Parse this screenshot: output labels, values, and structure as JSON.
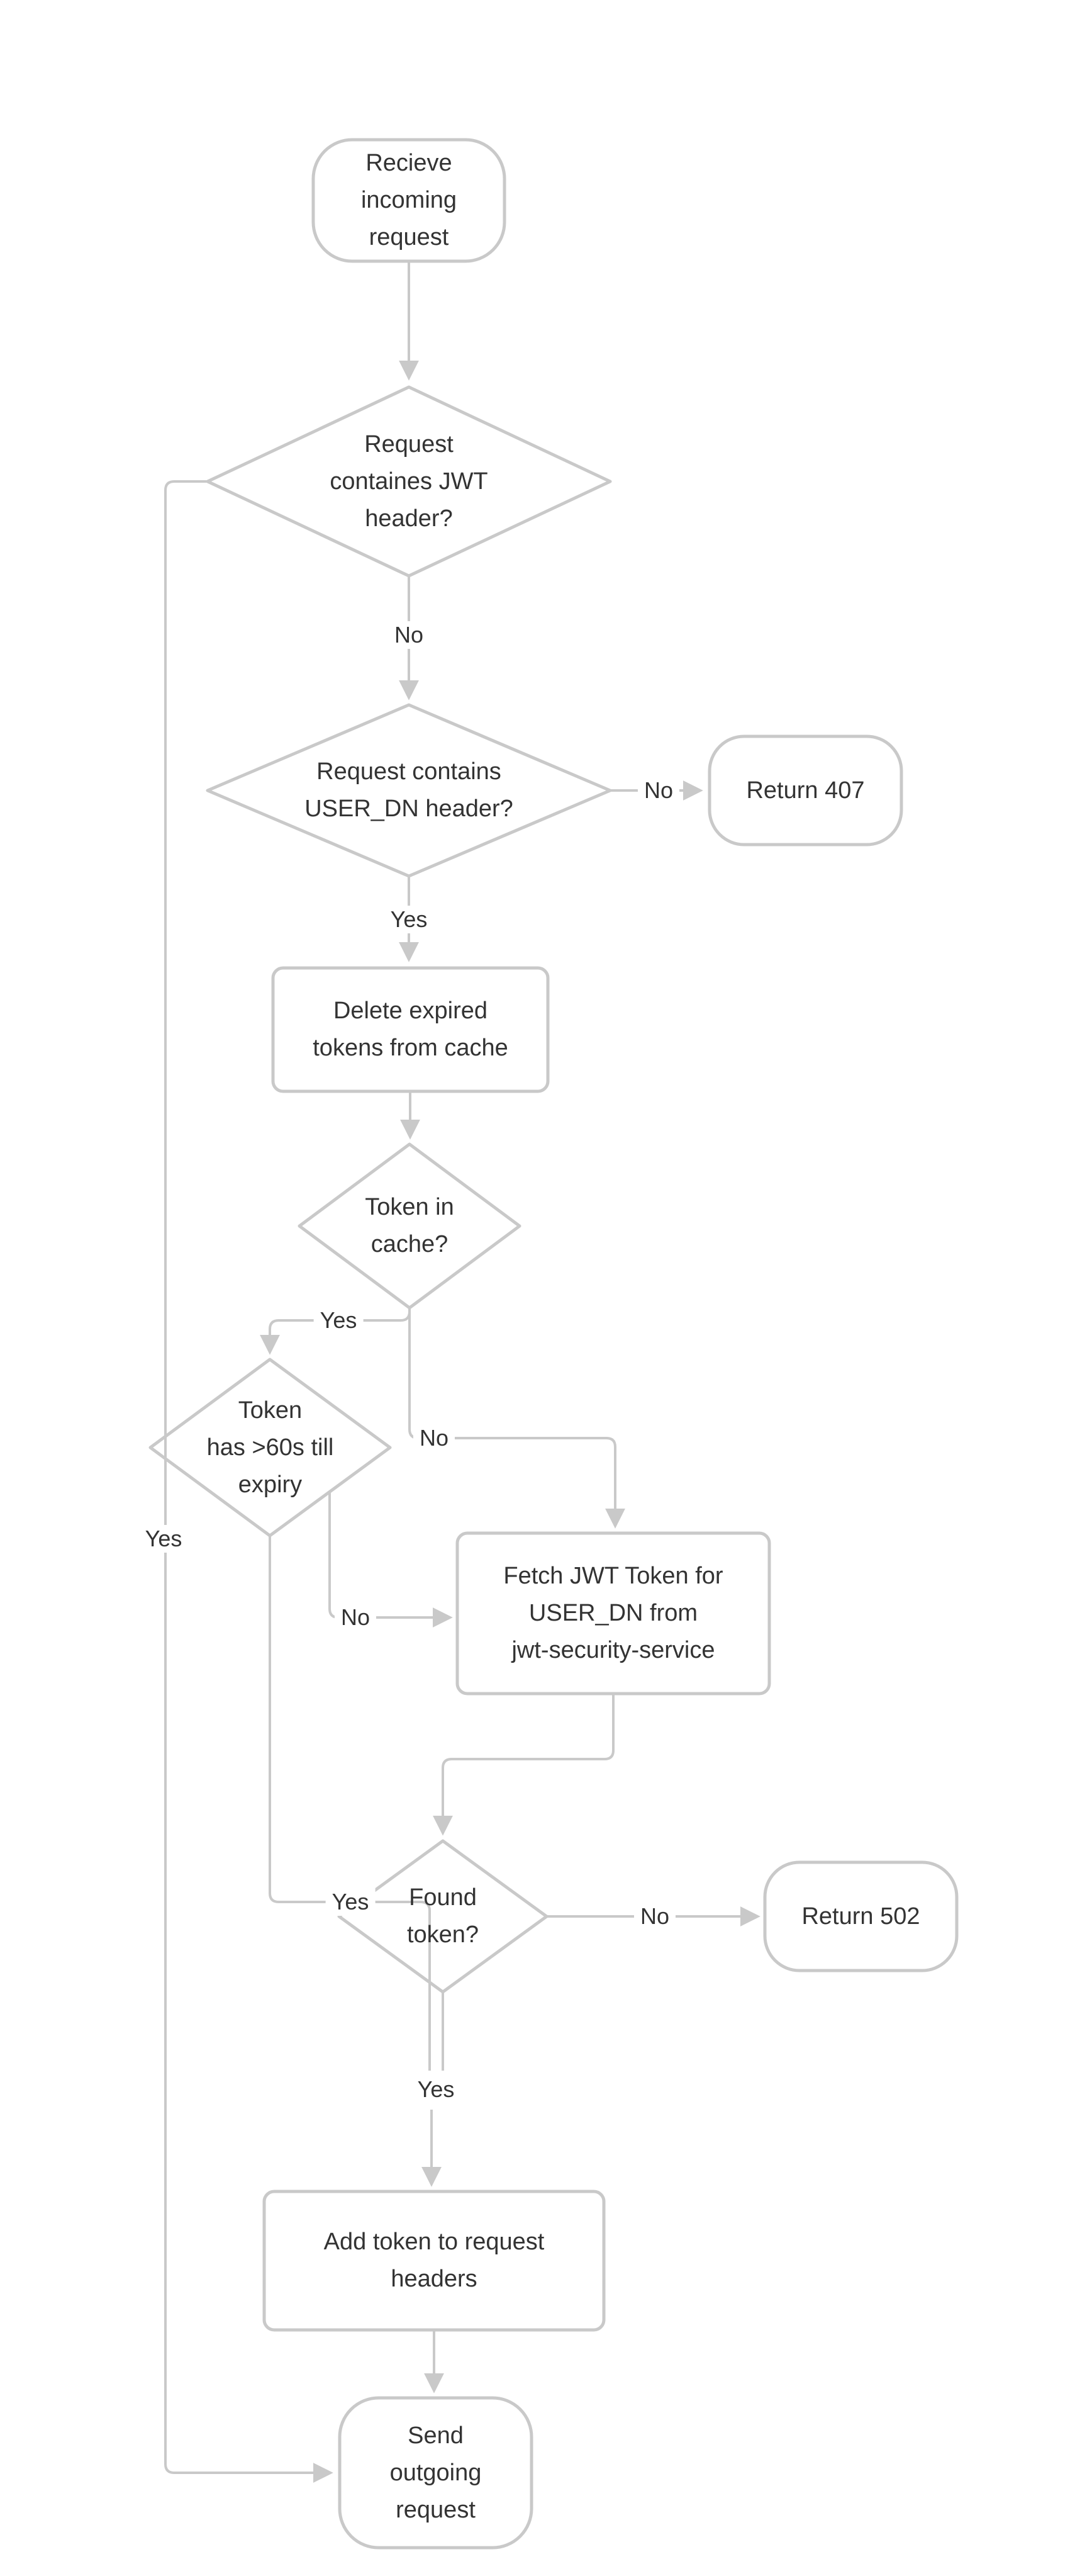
{
  "diagram": {
    "type": "flowchart",
    "direction": "top-down",
    "colors": {
      "background": "#ffffff",
      "shape_fill": "#ffffff",
      "stroke": "#c9c9c9",
      "text": "#333333"
    },
    "nodes": {
      "receive": {
        "shape": "stadium",
        "label": "Recieve\nincoming\nrequest"
      },
      "has_jwt": {
        "shape": "diamond",
        "label": "Request\ncontaines JWT\nheader?"
      },
      "has_user_dn": {
        "shape": "diamond",
        "label": "Request contains\nUSER_DN header?"
      },
      "return_407": {
        "shape": "stadium",
        "label": "Return 407"
      },
      "delete_expired": {
        "shape": "rect",
        "label": "Delete expired\ntokens from cache"
      },
      "token_in_cache": {
        "shape": "diamond",
        "label": "Token in\ncache?"
      },
      "token_expiry": {
        "shape": "diamond",
        "label": "Token\nhas >60s till\nexpiry"
      },
      "fetch_token": {
        "shape": "rect",
        "label": "Fetch JWT Token for\nUSER_DN from\njwt-security-service"
      },
      "found_token": {
        "shape": "diamond",
        "label": "Found\ntoken?"
      },
      "return_502": {
        "shape": "stadium",
        "label": "Return 502"
      },
      "add_token": {
        "shape": "rect",
        "label": "Add token to request\nheaders"
      },
      "send_request": {
        "shape": "stadium",
        "label": "Send\noutgoing\nrequest"
      }
    },
    "edges": [
      {
        "from": "receive",
        "to": "has_jwt",
        "label": ""
      },
      {
        "from": "has_jwt",
        "to": "has_user_dn",
        "label": "No"
      },
      {
        "from": "has_jwt",
        "to": "send_request",
        "label": "Yes"
      },
      {
        "from": "has_user_dn",
        "to": "return_407",
        "label": "No"
      },
      {
        "from": "has_user_dn",
        "to": "delete_expired",
        "label": "Yes"
      },
      {
        "from": "delete_expired",
        "to": "token_in_cache",
        "label": ""
      },
      {
        "from": "token_in_cache",
        "to": "token_expiry",
        "label": "Yes"
      },
      {
        "from": "token_in_cache",
        "to": "fetch_token",
        "label": "No"
      },
      {
        "from": "token_expiry",
        "to": "fetch_token",
        "label": "No"
      },
      {
        "from": "token_expiry",
        "to": "add_token",
        "label": "Yes"
      },
      {
        "from": "fetch_token",
        "to": "found_token",
        "label": ""
      },
      {
        "from": "found_token",
        "to": "return_502",
        "label": "No"
      },
      {
        "from": "found_token",
        "to": "add_token",
        "label": "Yes"
      },
      {
        "from": "add_token",
        "to": "send_request",
        "label": ""
      }
    ],
    "edge_labels": {
      "jwt_no": "No",
      "jwt_yes": "Yes",
      "user_dn_no": "No",
      "user_dn_yes": "Yes",
      "cache_yes": "Yes",
      "cache_no": "No",
      "expiry_no": "No",
      "expiry_yes": "Yes",
      "found_no": "No",
      "found_yes": "Yes"
    }
  }
}
